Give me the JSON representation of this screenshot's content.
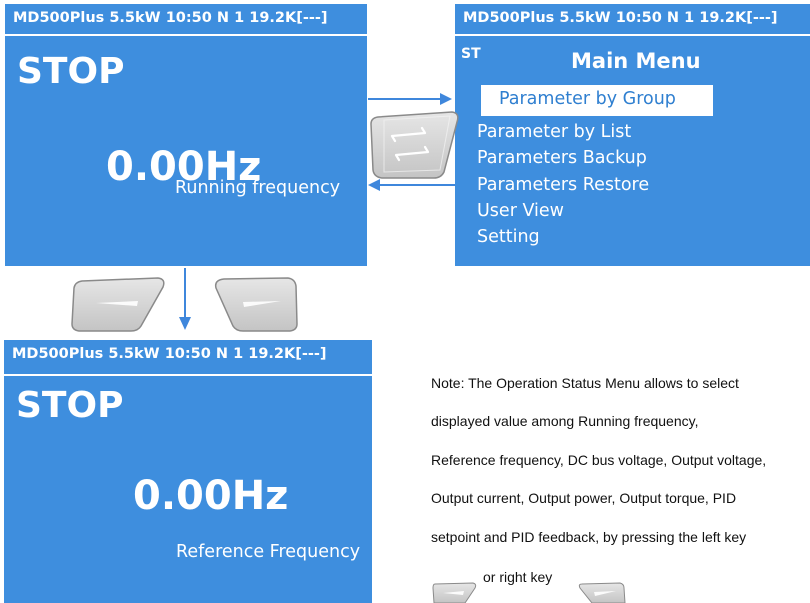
{
  "screen_top_left": {
    "status_bar": "MD500Plus  5.5kW  10:50  N  1 19.2K[---]",
    "state": "STOP",
    "value": "0.00Hz",
    "caption": "Running frequency"
  },
  "screen_menu": {
    "status_bar": "MD500Plus  5.5kW  10:50  N  1 19.2K[---]",
    "tag": "ST",
    "title": "Main Menu",
    "items": [
      {
        "label": "Parameter by Group",
        "selected": true
      },
      {
        "label": "Parameter by List"
      },
      {
        "label": "Parameters Backup"
      },
      {
        "label": "Parameters Restore"
      },
      {
        "label": "User View"
      },
      {
        "label": "Setting"
      }
    ]
  },
  "screen_bottom_left": {
    "status_bar": "MD500Plus  5.5kW  10:50  N  1 19.2K[---]",
    "state": "STOP",
    "value": "0.00Hz",
    "caption": "Reference Frequency"
  },
  "note": {
    "lines": [
      "Note: The Operation Status Menu allows to select",
      "displayed value among Running frequency,",
      "Reference frequency, DC bus voltage, Output voltage,",
      "Output current, Output power, Output torque, PID",
      "setpoint and PID feedback, by pressing the left key",
      "or right key"
    ]
  },
  "colors": {
    "screen_bg": "#3e8ede",
    "arrow": "#3f87dc",
    "key_fill": "#d7d7d7",
    "key_edge": "#8a8a8a"
  },
  "icons": [
    "switch-key-icon",
    "left-key-icon",
    "right-key-icon",
    "arrow-right",
    "arrow-left",
    "arrow-down"
  ]
}
